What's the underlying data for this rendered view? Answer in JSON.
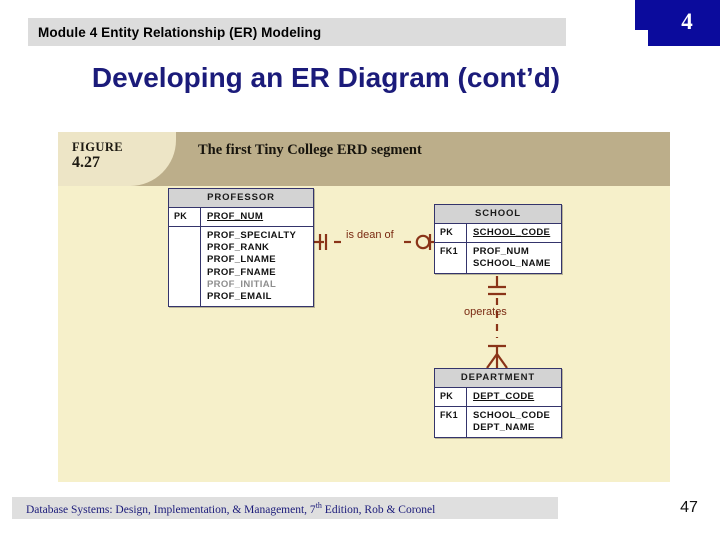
{
  "header": {
    "module_bar_text": "Module 4 Entity Relationship (ER) Modeling",
    "chapter_number": "4"
  },
  "slide": {
    "title": "Developing an ER Diagram (cont’d)"
  },
  "figure": {
    "label_word": "FIGURE",
    "label_number": "4.27",
    "caption": "The first Tiny College ERD segment"
  },
  "erd": {
    "entities": [
      {
        "name": "PROFESSOR",
        "rows": [
          {
            "key": "PK",
            "attrs": [
              {
                "text": "PROF_NUM",
                "style": "pk"
              }
            ]
          },
          {
            "key": "",
            "attrs": [
              {
                "text": "PROF_SPECIALTY",
                "style": "normal"
              },
              {
                "text": "PROF_RANK",
                "style": "normal"
              },
              {
                "text": "PROF_LNAME",
                "style": "normal"
              },
              {
                "text": "PROF_FNAME",
                "style": "normal"
              },
              {
                "text": "PROF_INITIAL",
                "style": "dim"
              },
              {
                "text": "PROF_EMAIL",
                "style": "normal"
              }
            ]
          }
        ]
      },
      {
        "name": "SCHOOL",
        "rows": [
          {
            "key": "PK",
            "attrs": [
              {
                "text": "SCHOOL_CODE",
                "style": "pk"
              }
            ]
          },
          {
            "key": "FK1",
            "attrs": [
              {
                "text": "PROF_NUM",
                "style": "normal"
              },
              {
                "text": "SCHOOL_NAME",
                "style": "normal"
              }
            ]
          }
        ]
      },
      {
        "name": "DEPARTMENT",
        "rows": [
          {
            "key": "PK",
            "attrs": [
              {
                "text": "DEPT_CODE",
                "style": "pk"
              }
            ]
          },
          {
            "key": "FK1",
            "attrs": [
              {
                "text": "SCHOOL_CODE",
                "style": "normal"
              },
              {
                "text": "DEPT_NAME",
                "style": "normal"
              }
            ]
          }
        ]
      }
    ],
    "relationships": [
      {
        "label": "is dean of",
        "from": "PROFESSOR",
        "to": "SCHOOL",
        "line": "dashed"
      },
      {
        "label": "operates",
        "from": "SCHOOL",
        "to": "DEPARTMENT",
        "line": "dashed"
      }
    ],
    "colors": {
      "panel_background": "#f6f0ca",
      "header_band": "#bcae8a",
      "header_band_light": "#ede5c6",
      "entity_border": "#34346b",
      "entity_title_fill": "#d3d3d3",
      "relationship_line": "#8a3418"
    }
  },
  "footer": {
    "citation_main": "Database Systems: Design, Implementation, & Management, 7",
    "citation_sup": "th",
    "citation_tail": " Edition, Rob & Coronel",
    "page_number": "47"
  },
  "theme": {
    "title_color": "#1b1b7a",
    "chapter_block_color": "#0b0b9c",
    "module_bar_color": "#dcdcdc",
    "footer_bar_color": "#dfdfdf"
  }
}
